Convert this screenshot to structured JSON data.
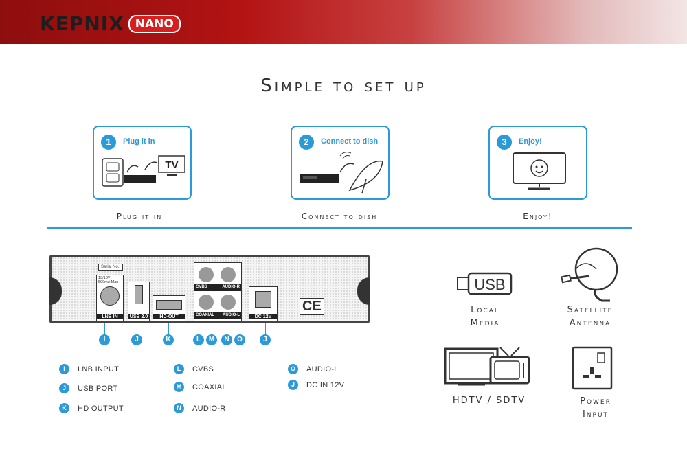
{
  "brand": {
    "name": "KEPNIX",
    "badge": "NANO"
  },
  "heading": "Simple to set up",
  "steps": [
    {
      "number": "1",
      "title": "Plug it in",
      "caption": "Plug it in",
      "screen_text": "TV"
    },
    {
      "number": "2",
      "title": "Connect to dish",
      "caption": "Connect to dish"
    },
    {
      "number": "3",
      "title": "Enjoy!",
      "caption": "Enjoy!"
    }
  ],
  "panel": {
    "serial": "Serial No.:",
    "lnb_spec": "13/18V 500mA Max",
    "ports": {
      "lnb": "LNB IN",
      "usb": "USB 2.0",
      "hd": "HD-OUT",
      "cvbs": "CVBS",
      "audio_r": "AUDIO-R",
      "coaxial": "COAXIAL",
      "audio_l": "AUDIO-L",
      "dc": "DC 12V"
    },
    "ce_mark": "CE",
    "markers": [
      "I",
      "J",
      "K",
      "L",
      "M",
      "N",
      "O",
      "J"
    ]
  },
  "legend": [
    {
      "mark": "I",
      "text": "LNB INPUT"
    },
    {
      "mark": "J",
      "text": "USB PORT"
    },
    {
      "mark": "K",
      "text": "HD OUTPUT"
    },
    {
      "mark": "L",
      "text": "CVBS"
    },
    {
      "mark": "M",
      "text": "COAXIAL"
    },
    {
      "mark": "N",
      "text": "AUDIO-R"
    },
    {
      "mark": "O",
      "text": "AUDIO-L"
    },
    {
      "mark": "J",
      "text": "DC IN 12V"
    }
  ],
  "features": [
    {
      "icon": "usb-icon",
      "icon_text": "USB",
      "line1": "Local",
      "line2": "Media"
    },
    {
      "icon": "satellite-dish-icon",
      "line1": "Satellite",
      "line2": "Antenna"
    },
    {
      "icon": "tv-icon",
      "line1": "HDTV / SDTV",
      "line2": ""
    },
    {
      "icon": "power-outlet-icon",
      "line1": "Power",
      "line2": "Input"
    }
  ],
  "colors": {
    "accent": "#2b9ad6",
    "brand_red": "#b31313"
  }
}
